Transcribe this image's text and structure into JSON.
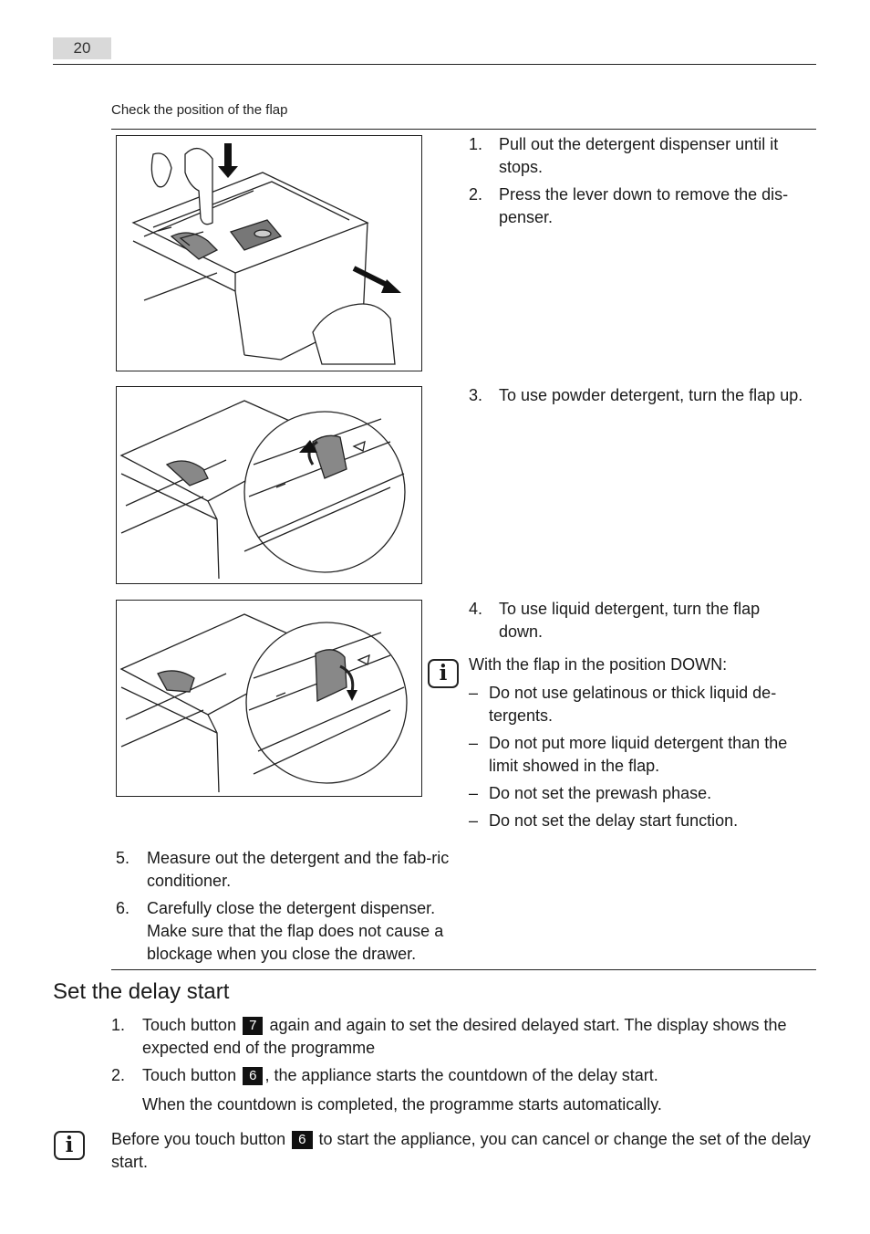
{
  "page": {
    "number": "20"
  },
  "caption": "Check the position of the flap",
  "steps_right": [
    {
      "num": "1.",
      "text": "Pull out the detergent dispenser until it stops."
    },
    {
      "num": "2.",
      "text": "Press the lever down to remove the dis-penser."
    },
    {
      "num": "3.",
      "text": "To use powder detergent, turn the flap up."
    },
    {
      "num": "4.",
      "text": "To use liquid detergent, turn the flap down."
    }
  ],
  "info_flap": {
    "title": "With the flap in the position DOWN:",
    "items": [
      "Do not use gelatinous or thick liquid de-tergents.",
      "Do not put more liquid detergent than the limit showed in the flap.",
      "Do not set the prewash phase.",
      "Do not set the delay start function."
    ]
  },
  "steps_left": [
    {
      "num": "5.",
      "text": "Measure out the detergent and the fab-ric conditioner."
    },
    {
      "num": "6.",
      "text": "Carefully close the detergent dispenser. Make sure that the flap does not cause a blockage when you close the drawer."
    }
  ],
  "section": {
    "title": "Set the delay start",
    "step1": {
      "num": "1.",
      "pre": "Touch button",
      "button": "7",
      "post": "again and again to set the desired delayed start. The display shows the expected end of the programme"
    },
    "step2": {
      "num": "2.",
      "pre": "Touch button",
      "button": "6",
      "post": ", the appliance starts the countdown of the delay start."
    },
    "note": "When the countdown is completed, the programme starts automatically."
  },
  "info_bottom": {
    "pre": "Before you touch button",
    "button": "6",
    "post": "to start the appliance, you can cancel or change the set of the delay start."
  },
  "icons": {
    "info": "info-icon",
    "info_glyph": "i"
  },
  "dash_glyph": "–"
}
